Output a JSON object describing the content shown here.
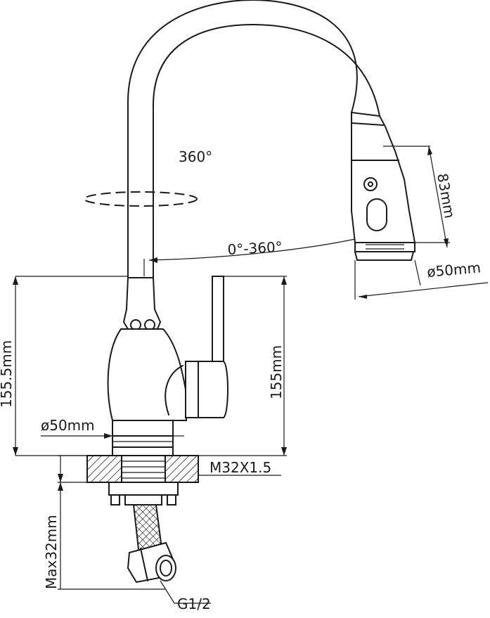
{
  "labels": {
    "rotation_spout": "360°",
    "rotation_head": "0°-360°",
    "head_height": "83mm",
    "head_diameter": "ø50mm",
    "total_height": "155.5mm",
    "handle_height": "155mm",
    "base_diameter": "ø50mm",
    "thread": "M32X1.5",
    "max_depth": "Max32mm",
    "hose_connector": "G1/2"
  },
  "colors": {
    "stroke": "#1a1a1a",
    "background": "#ffffff"
  }
}
